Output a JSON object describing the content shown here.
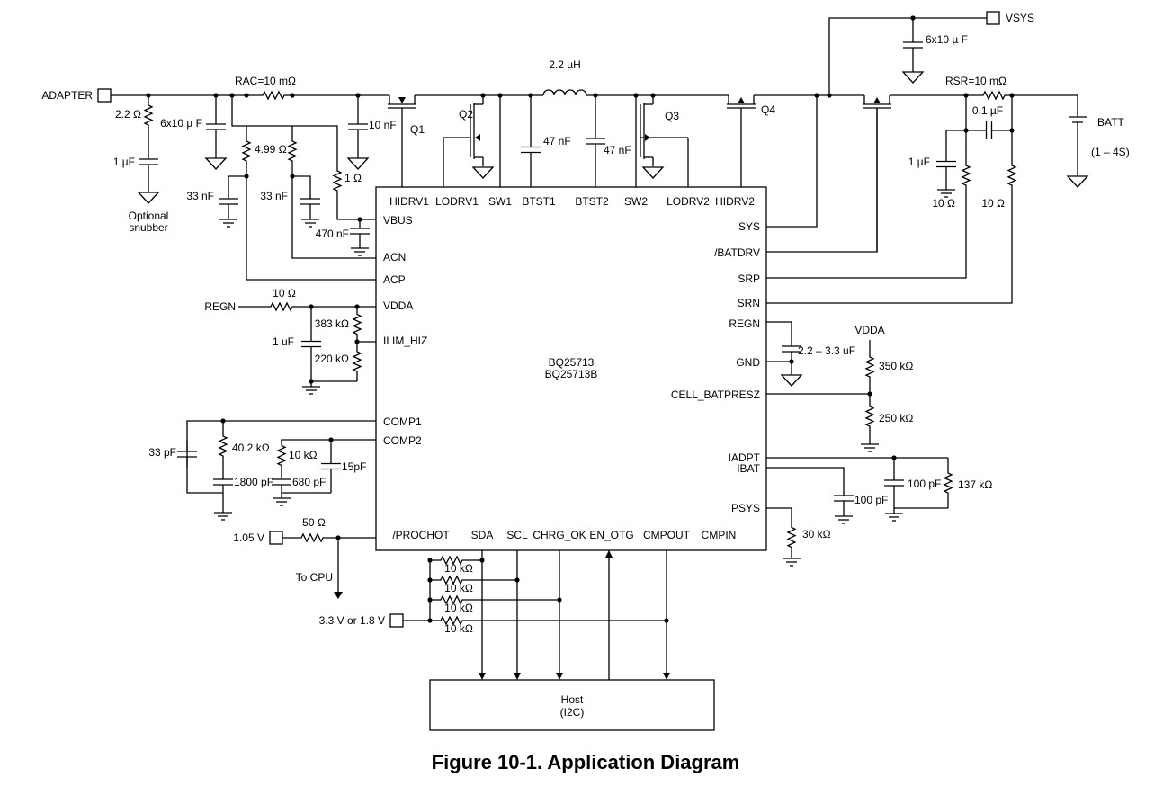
{
  "caption": "Figure 10-1. Application Diagram",
  "ic": {
    "name_a": "BQ25713",
    "name_b": "BQ25713B"
  },
  "pins": {
    "top": [
      "HIDRV1",
      "LODRV1",
      "SW1",
      "BTST1",
      "BTST2",
      "SW2",
      "LODRV2",
      "HIDRV2"
    ],
    "left": [
      "VBUS",
      "ACN",
      "ACP",
      "VDDA",
      "ILIM_HIZ",
      "COMP1",
      "COMP2"
    ],
    "right": [
      "SYS",
      "/BATDRV",
      "SRP",
      "SRN",
      "REGN",
      "GND",
      "CELL_BATPRESZ",
      "IADPT",
      "IBAT",
      "PSYS"
    ],
    "bottom": [
      "/PROCHOT",
      "SDA",
      "SCL",
      "CHRG_OK",
      "EN_OTG",
      "CMPOUT",
      "CMPIN"
    ]
  },
  "ports": {
    "adapter": "ADAPTER",
    "vsys": "VSYS",
    "batt": "BATT",
    "batt_cells": "(1 – 4S)",
    "v105": "1.05 V",
    "v33": "3.3 V or 1.8 V",
    "to_cpu": "To CPU",
    "regn_in": "REGN",
    "vdda": "VDDA"
  },
  "host": {
    "line1": "Host",
    "line2": "(I2C)"
  },
  "transistors": [
    "Q1",
    "Q2",
    "Q3",
    "Q4"
  ],
  "components": {
    "rac": "RAC=10 mΩ",
    "rsr": "RSR=10 mΩ",
    "inductor": "2.2 µH",
    "snub_r": "2.2 Ω",
    "snub_c": "1 µF",
    "snubber1": "Optional",
    "snubber2": "snubber",
    "cin": "6x10 µ F",
    "r499": "4.99 Ω",
    "c33a": "33 nF",
    "c33b": "33 nF",
    "c10n": "10 nF",
    "r1": "1 Ω",
    "c470": "470 nF",
    "cbt1": "47 nF",
    "cbt2": "47 nF",
    "csys": "6x10 µ F",
    "c01": "0.1 µF",
    "c1u": "1 µF",
    "r10a": "10 Ω",
    "r10b": "10 Ω",
    "r10_vdda": "10 Ω",
    "c1uf": "1 uF",
    "r383": "383 kΩ",
    "r220": "220 kΩ",
    "c_regn": "2.2 – 3.3 uF",
    "r350": "350 kΩ",
    "r250": "250 kΩ",
    "c33p": "33 pF",
    "r402": "40.2 kΩ",
    "c1800": "1800 pF",
    "r10k": "10 kΩ",
    "c680": "680 pF",
    "c15": "15pF",
    "c100a": "100 pF",
    "c100b": "100 pF",
    "r137": "137 kΩ",
    "r30": "30 kΩ",
    "r50": "50 Ω",
    "pull_ups": [
      "10 kΩ",
      "10 kΩ",
      "10 kΩ",
      "10 kΩ"
    ]
  }
}
